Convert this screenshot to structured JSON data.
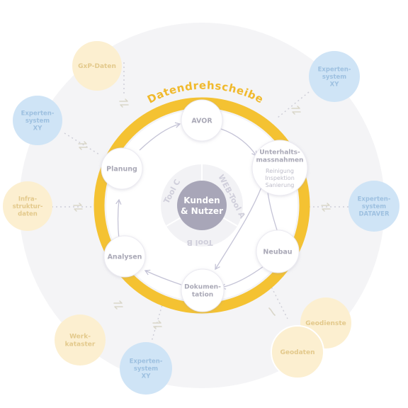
{
  "title": "Datendrehscheibe",
  "center": {
    "line1": "Kunden",
    "line2": "& Nutzer"
  },
  "tools": {
    "tool_c": "Tool C",
    "web_tool_a": "WEB-Tool A",
    "tool_b": "Tool B"
  },
  "ring_nodes": {
    "avor": [
      "AVOR"
    ],
    "unterhalt": [
      "Unterhalts-",
      "massnahmen"
    ],
    "unterhalt_sub": [
      "Reinigung",
      "Inspektion",
      "Sanierung"
    ],
    "neubau": [
      "Neubau"
    ],
    "dokumentation": [
      "Dokumen-",
      "tation"
    ],
    "analysen": [
      "Analysen"
    ],
    "planung": [
      "Planung"
    ]
  },
  "outer_nodes": {
    "gxp": [
      "GxP-Daten"
    ],
    "experten_xy_left": [
      "Experten-",
      "system",
      "XY"
    ],
    "infrastruktur": [
      "Infra-",
      "struktur-",
      "daten"
    ],
    "werkkataster": [
      "Werk-",
      "kataster"
    ],
    "experten_xy_bottom": [
      "Experten-",
      "system",
      "XY"
    ],
    "geodaten": [
      "Geodaten"
    ],
    "geodienste": [
      "Geodienste"
    ],
    "experten_dataver": [
      "Experten-",
      "system",
      "DATAVER"
    ],
    "experten_xy_right": [
      "Experten-",
      "system",
      "XY"
    ]
  },
  "colors": {
    "ring": "#f4c232",
    "ring_text": "#f0b92c",
    "yellow_node": "#fcefd0",
    "yellow_text": "#e3c98b",
    "blue_node": "#cfe4f6",
    "blue_text": "#9dc0e0",
    "gray_text": "#a9a8b6",
    "center": "#a8a6b8",
    "halo": "#f4f4f6",
    "arrow": "#c4c3d6",
    "icon": "#d9d6c9"
  }
}
